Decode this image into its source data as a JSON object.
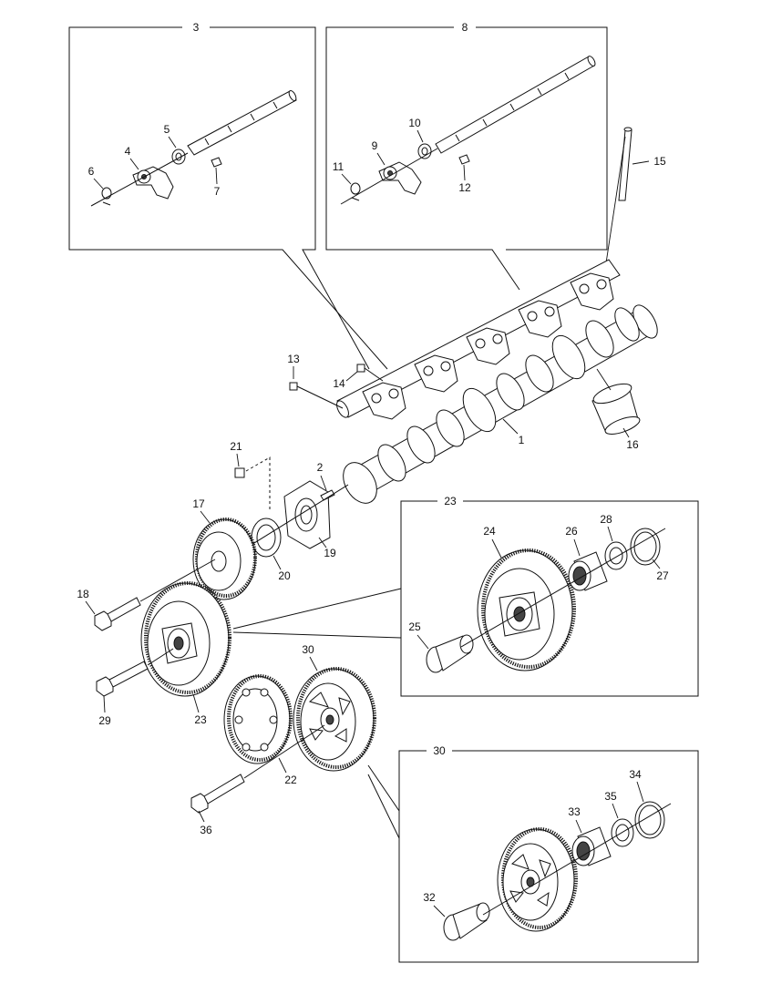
{
  "callouts": {
    "box3": "3",
    "box8": "8",
    "box23": "23",
    "box30": "30",
    "c1": "1",
    "c2": "2",
    "c4": "4",
    "c5": "5",
    "c6": "6",
    "c7": "7",
    "c9": "9",
    "c10": "10",
    "c11": "11",
    "c12": "12",
    "c13": "13",
    "c14": "14",
    "c15": "15",
    "c16": "16",
    "c17": "17",
    "c18": "18",
    "c19": "19",
    "c20": "20",
    "c21": "21",
    "c22": "22",
    "c23": "23",
    "c24": "24",
    "c25": "25",
    "c26": "26",
    "c27": "27",
    "c28": "28",
    "c29": "29",
    "c30": "30",
    "c32": "32",
    "c33": "33",
    "c34": "34",
    "c35": "35",
    "c36": "36"
  }
}
